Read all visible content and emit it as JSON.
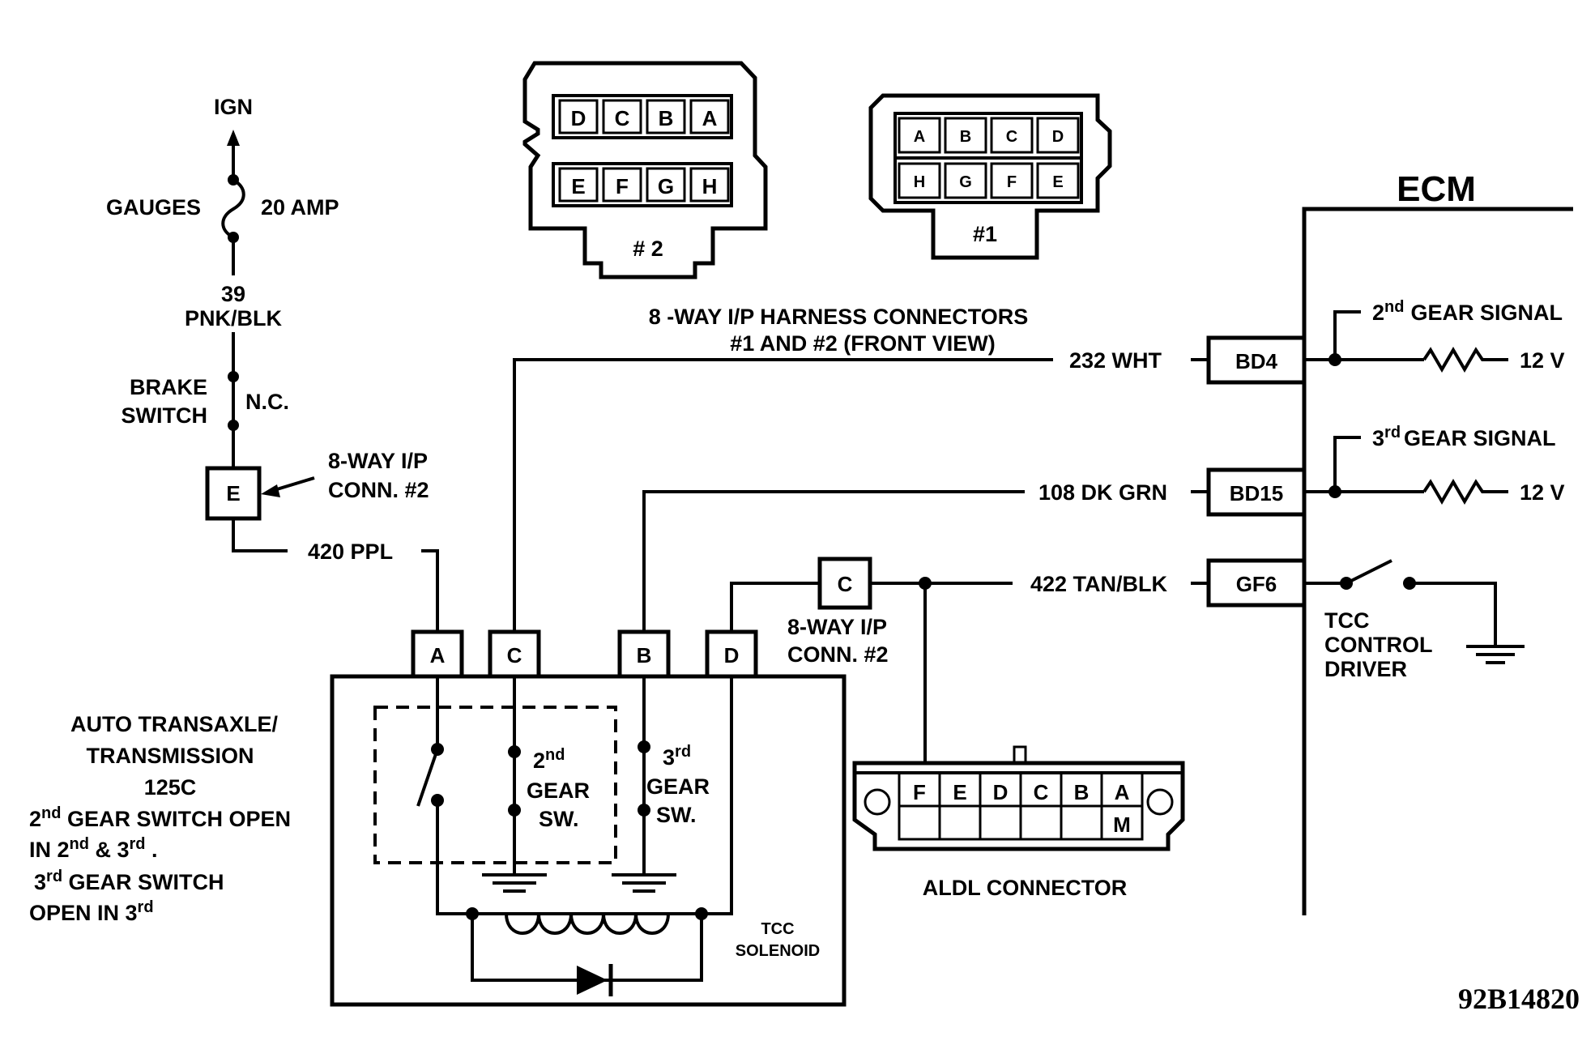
{
  "power": {
    "ign": "IGN",
    "fuse_left": "GAUGES",
    "fuse_right": "20 AMP",
    "wire_num": "39",
    "wire_color": "PNK/BLK"
  },
  "brake_switch": {
    "line1": "BRAKE",
    "line2": "SWITCH",
    "state": "N.C."
  },
  "conn2_pin_e": {
    "pin": "E",
    "label1": "8-WAY I/P",
    "label2": "CONN. #2"
  },
  "wire_420": "420 PPL",
  "conn2_diagram": {
    "top_pins": [
      "D",
      "C",
      "B",
      "A"
    ],
    "bottom_pins": [
      "E",
      "F",
      "G",
      "H"
    ],
    "label": "# 2"
  },
  "conn1_diagram": {
    "top_pins": [
      "A",
      "B",
      "C",
      "D"
    ],
    "bottom_pins": [
      "H",
      "G",
      "F",
      "E"
    ],
    "label": "#1"
  },
  "harness_caption": {
    "line1": "8 -WAY I/P HARNESS CONNECTORS",
    "line2": "#1 AND #2 (FRONT VIEW)"
  },
  "wires": {
    "w232": "232 WHT",
    "w108": "108 DK GRN",
    "w422": "422 TAN/BLK"
  },
  "ecm": {
    "title": "ECM",
    "pin_bd4": "BD4",
    "pin_bd15": "BD15",
    "pin_gf6": "GF6",
    "gear2_super": "nd",
    "gear2_signal": "GEAR SIGNAL",
    "gear2_num": "2",
    "gear3_num": "3",
    "gear3_super": "rd",
    "gear3_signal": "GEAR SIGNAL",
    "volt1": "12 V",
    "volt2": "12 V",
    "tcc1": "TCC",
    "tcc2": "CONTROL",
    "tcc3": "DRIVER"
  },
  "conn2_pin_c": {
    "pin": "C",
    "label1": "8-WAY I/P",
    "label2": "CONN. #2"
  },
  "transaxle": {
    "pins": [
      "A",
      "C",
      "B",
      "D"
    ],
    "sw2_num": "2",
    "sw2_super": "nd",
    "sw2_line2": "GEAR",
    "sw2_line3": "SW.",
    "sw3_num": "3",
    "sw3_super": "rd",
    "sw3_line2": "GEAR",
    "sw3_line3": "SW.",
    "solenoid1": "TCC",
    "solenoid2": "SOLENOID"
  },
  "notes": {
    "line1": "AUTO TRANSAXLE/",
    "line2": "TRANSMISSION",
    "line3": "125C",
    "line4_num": "2",
    "line4_super": "nd",
    "line4_rest": " GEAR SWITCH OPEN",
    "line5_a": "IN 2",
    "line5_super1": "nd",
    "line5_b": " & 3",
    "line5_super2": "rd",
    "line5_c": " .",
    "line6_num": "3",
    "line6_super": "rd",
    "line6_rest": " GEAR SWITCH",
    "line7_a": "OPEN IN 3",
    "line7_super": "rd"
  },
  "aldl": {
    "top_pins": [
      "F",
      "E",
      "D",
      "C",
      "B",
      "A"
    ],
    "bottom_right_pin": "M",
    "label": "ALDL CONNECTOR"
  },
  "figure_code": "92B14820"
}
